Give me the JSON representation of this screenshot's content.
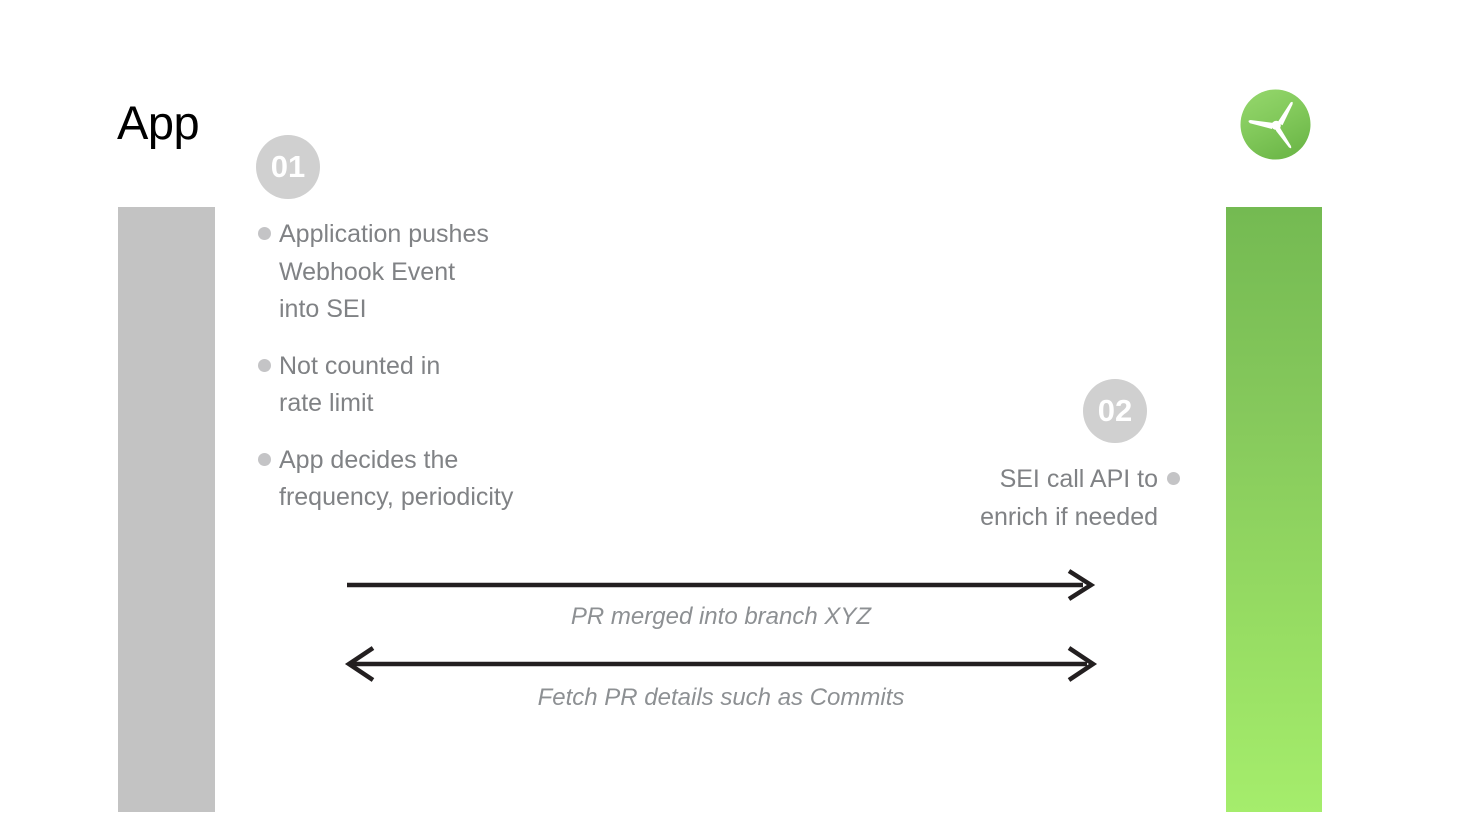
{
  "slide": {
    "title": "App",
    "background_color": "#ffffff"
  },
  "lifelines": [
    {
      "name": "app-lifeline",
      "side": "left",
      "color": "#c3c3c3"
    },
    {
      "name": "sei-lifeline",
      "side": "right",
      "gradient_from": "#74ba52",
      "gradient_to": "#a5ed6c"
    }
  ],
  "logo": {
    "name": "propeller-logo",
    "circle_gradient_from": "#8ed063",
    "circle_gradient_to": "#74bf4f",
    "blade_color": "#ffffff"
  },
  "steps": [
    {
      "number": "01",
      "badge_color": "#d0d0d0",
      "align": "left",
      "bullets": [
        "Application pushes\nWebhook Event\ninto SEI",
        "Not counted in\nrate limit",
        "App decides the\nfrequency, periodicity"
      ]
    },
    {
      "number": "02",
      "badge_color": "#d0d0d0",
      "align": "right",
      "bullets": [
        "SEI call API to\nenrich if needed"
      ]
    }
  ],
  "messages": [
    {
      "label": "PR merged into branch XYZ",
      "direction": "right",
      "arrowheads": "end"
    },
    {
      "label": "Fetch PR details such as Commits",
      "direction": "both",
      "arrowheads": "both"
    }
  ],
  "colors": {
    "text_gray": "#808285",
    "label_gray": "#8d9093",
    "bullet_gray": "#c4c4c6",
    "arrow_black": "#231f20",
    "title_black": "#000000"
  }
}
